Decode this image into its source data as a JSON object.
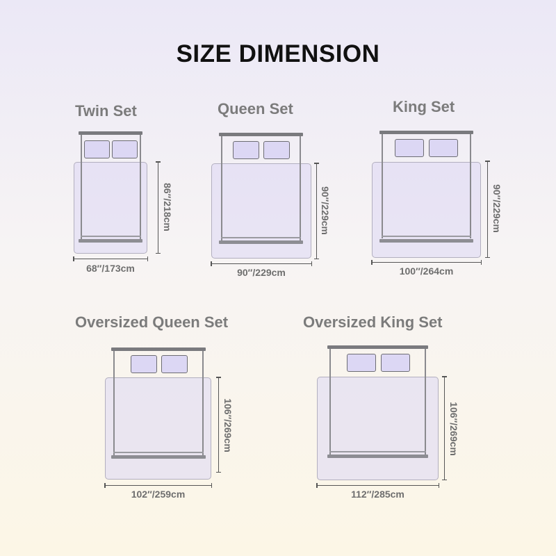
{
  "title": "SIZE DIMENSION",
  "sets": [
    {
      "name": "Twin Set",
      "width_label": "68″/173cm",
      "length_label": "86″/218cm"
    },
    {
      "name": "Queen Set",
      "width_label": "90″/229cm",
      "length_label": "90″/229cm"
    },
    {
      "name": "King Set",
      "width_label": "100″/264cm",
      "length_label": "90″/229cm"
    },
    {
      "name": "Oversized Queen Set",
      "width_label": "102″/259cm",
      "length_label": "106″/269cm"
    },
    {
      "name": "Oversized King Set",
      "width_label": "112″/285cm",
      "length_label": "106″/269cm"
    }
  ],
  "colors": {
    "blanket_fill": "#dcd7f4",
    "frame": "#7a7a7e",
    "title": "#111111",
    "set_name": "#7b7b7b"
  }
}
